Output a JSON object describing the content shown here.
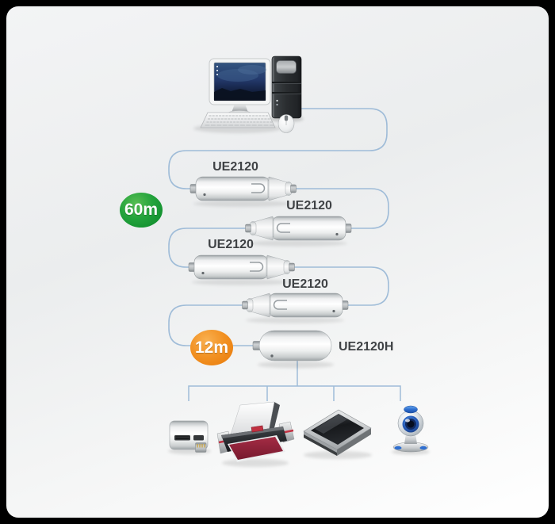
{
  "diagram": {
    "kind": "usb-extender-daisy-chain-application-diagram",
    "cable_color": "#9fbcd8",
    "panel_background_top": "#f2f3f4",
    "panel_background_bottom": "#ffffff",
    "frame_color": "#000000"
  },
  "source": {
    "icon": "desktop-computer-icon",
    "parts": [
      "monitor-icon",
      "tower-icon",
      "keyboard-icon",
      "mouse-icon"
    ]
  },
  "badges": [
    {
      "id": "badge-60m",
      "label": "60m",
      "color": "#13902f"
    },
    {
      "id": "badge-12m",
      "label": "12m",
      "color": "#ef8514"
    }
  ],
  "extenders": [
    {
      "model": "UE2120"
    },
    {
      "model": "UE2120"
    },
    {
      "model": "UE2120"
    },
    {
      "model": "UE2120"
    }
  ],
  "hub": {
    "model": "UE2120H"
  },
  "peripherals": [
    {
      "icon": "card-reader-icon"
    },
    {
      "icon": "printer-icon"
    },
    {
      "icon": "scanner-icon"
    },
    {
      "icon": "webcam-icon"
    }
  ]
}
